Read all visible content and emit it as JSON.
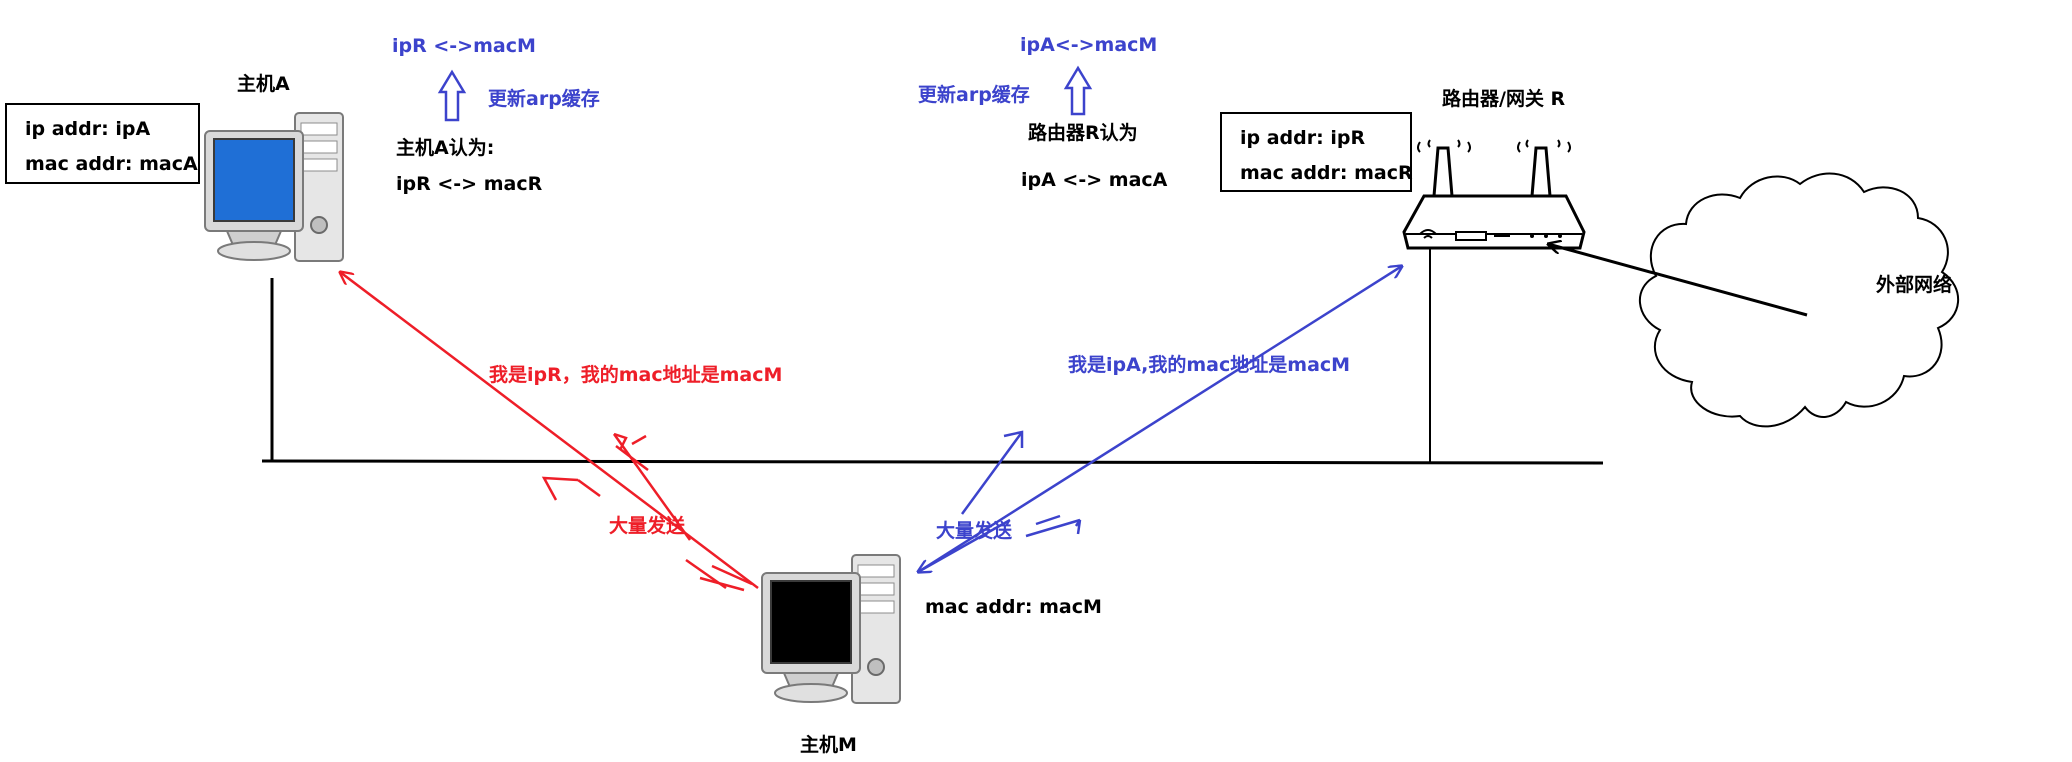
{
  "hostA": {
    "title": "主机A",
    "ip_line": "ip addr:  ipA",
    "mac_line": "mac addr:  macA",
    "belief_title": "主机A认为:",
    "belief_mapping": "ipR <-> macR",
    "updated_mapping": "ipR <->macM",
    "update_note": "更新arp缓存"
  },
  "router": {
    "title": "路由器/网关 R",
    "ip_line": "ip addr:  ipR",
    "mac_line": "mac addr:  macR",
    "belief_title": "路由器R认为",
    "belief_mapping": "ipA <-> macA",
    "updated_mapping": "ipA<->macM",
    "update_note": "更新arp缓存"
  },
  "hostM": {
    "title": "主机M",
    "mac_line": "mac addr:  macM"
  },
  "external_network": "外部网络",
  "spoof_to_A": "我是ipR，我的mac地址是macM",
  "spoof_to_R": "我是ipA,我的mac地址是macM",
  "flood_red": "大量发送",
  "flood_blue": "大量发送",
  "colors": {
    "red": "#ee1e28",
    "blue": "#3c43cc",
    "black": "#000000",
    "screen_blue": "#1f6fd6",
    "screen_black": "#000000"
  }
}
